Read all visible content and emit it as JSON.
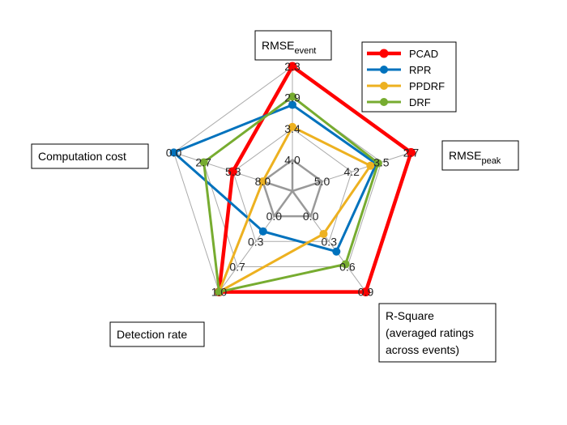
{
  "chart_data": {
    "type": "radar",
    "axes": [
      {
        "label": "RMSE",
        "label_sub": "event",
        "ticks": [
          "2.3",
          "2.9",
          "3.4",
          "4.0"
        ]
      },
      {
        "label": "RMSE",
        "label_sub": "peak",
        "ticks": [
          "2.7",
          "3.5",
          "4.2",
          "5.0"
        ]
      },
      {
        "label": "R-Square\n(averaged ratings\nacross events)",
        "label_sub": "",
        "ticks": [
          "0.9",
          "0.6",
          "0.3",
          "0.0"
        ]
      },
      {
        "label": "Detection rate",
        "label_sub": "",
        "ticks": [
          "1.0",
          "0.7",
          "0.3",
          "0.0"
        ]
      },
      {
        "label": "Computation cost",
        "label_sub": "",
        "ticks": [
          "0.0",
          "2.7",
          "5.3",
          "8.0"
        ]
      }
    ],
    "series": [
      {
        "name": "PCAD",
        "color": "#FF0000",
        "values": [
          2.3,
          2.7,
          0.9,
          1.0,
          5.3
        ]
      },
      {
        "name": "RPR",
        "color": "#0072BD",
        "values": [
          3.0,
          3.6,
          0.42,
          0.2,
          0.0
        ]
      },
      {
        "name": "PPDRF",
        "color": "#EDB120",
        "values": [
          3.4,
          3.75,
          0.21,
          1.0,
          8.0
        ]
      },
      {
        "name": "DRF",
        "color": "#77AC30",
        "values": [
          2.85,
          3.55,
          0.57,
          1.0,
          2.7
        ]
      }
    ],
    "legend_position": "top-right",
    "grid": true
  }
}
